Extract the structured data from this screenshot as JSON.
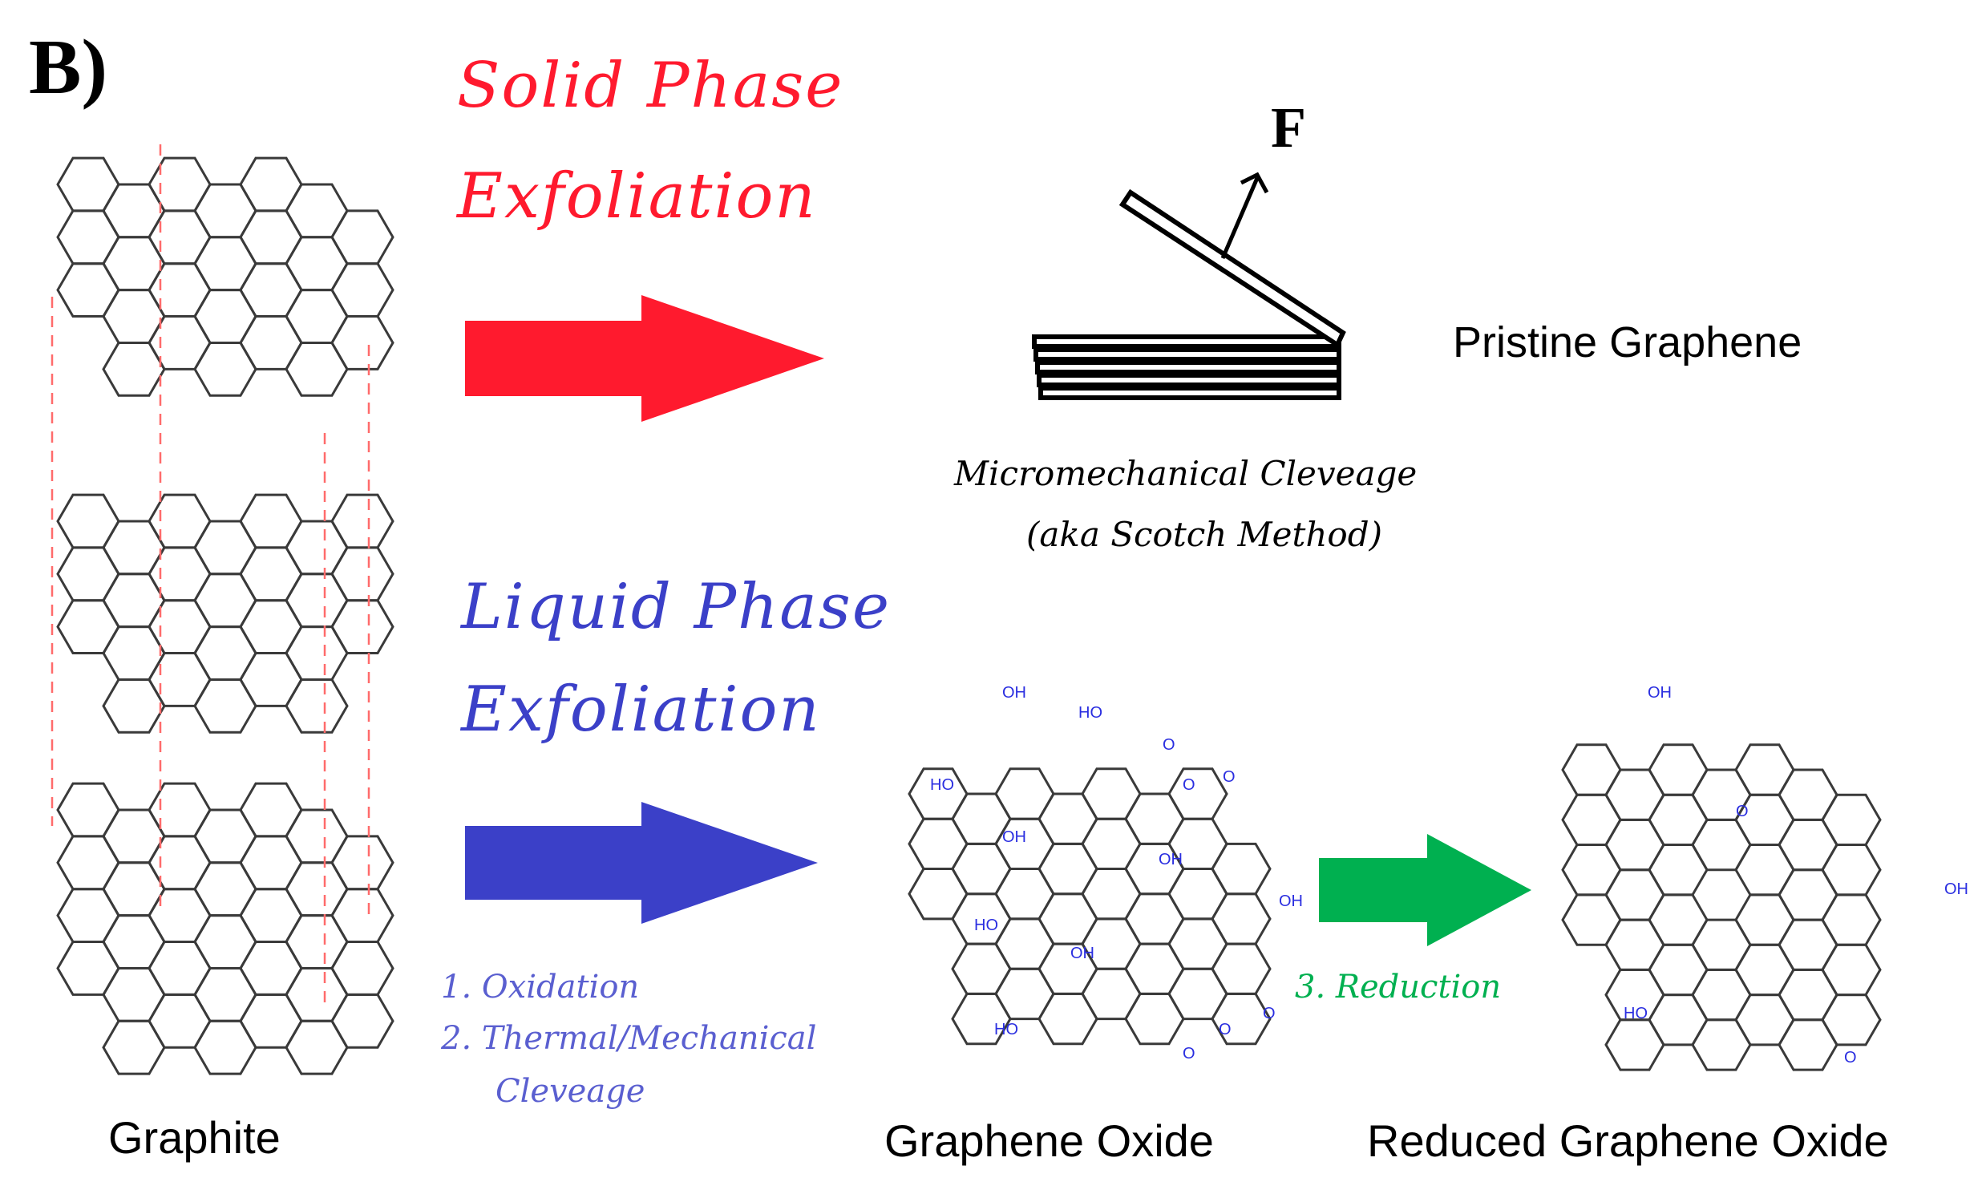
{
  "panel_label": "B)",
  "solid_phase": {
    "title_line1": "Solid Phase",
    "title_line2": "Exfoliation",
    "method_line1": "Micromechanical Cleveage",
    "method_line2": "(aka Scotch Method)",
    "force_label": "F",
    "product": "Pristine Graphene",
    "arrow_color": "#ff1a2e"
  },
  "liquid_phase": {
    "title_line1": "Liquid Phase",
    "title_line2": "Exfoliation",
    "step1": "1. Oxidation",
    "step2": "2. Thermal/Mechanical",
    "step2b": "Cleveage",
    "step3": "3. Reduction",
    "arrow_color": "#3b40c8",
    "reduction_arrow_color": "#00b050"
  },
  "captions": {
    "graphite": "Graphite",
    "graphene_oxide": "Graphene Oxide",
    "reduced_graphene_oxide": "Reduced Graphene Oxide"
  },
  "functional_groups": {
    "oh": "OH",
    "ho": "HO",
    "o": "O"
  },
  "colors": {
    "solid_title": "#ff1a2e",
    "liquid_title": "#3b40c8",
    "reduction_text": "#00b050",
    "functional_group": "#2a2ee0"
  }
}
